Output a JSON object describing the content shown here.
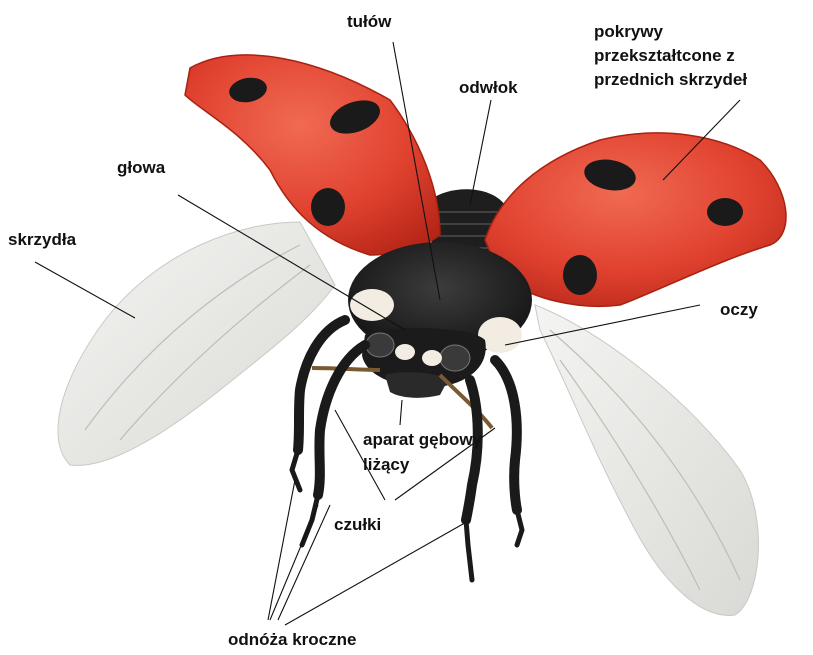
{
  "labels": {
    "tulow": "tułów",
    "odwlok": "odwłok",
    "pokrywy": [
      "pokrywy",
      "przekształtcone z",
      "przednich skrzydeł"
    ],
    "glowa": "głowa",
    "skrzydla": "skrzydła",
    "oczy": "oczy",
    "aparat": [
      "aparat gębowy",
      "liżący"
    ],
    "czulki": "czułki",
    "odnoza": "odnóża kroczne"
  },
  "colors": {
    "elytra": "#e0412f",
    "elytra_dark": "#b62618",
    "spot": "#1a1a1a",
    "body": "#232323",
    "wing": "#e9e9e6",
    "line": "#111111"
  }
}
